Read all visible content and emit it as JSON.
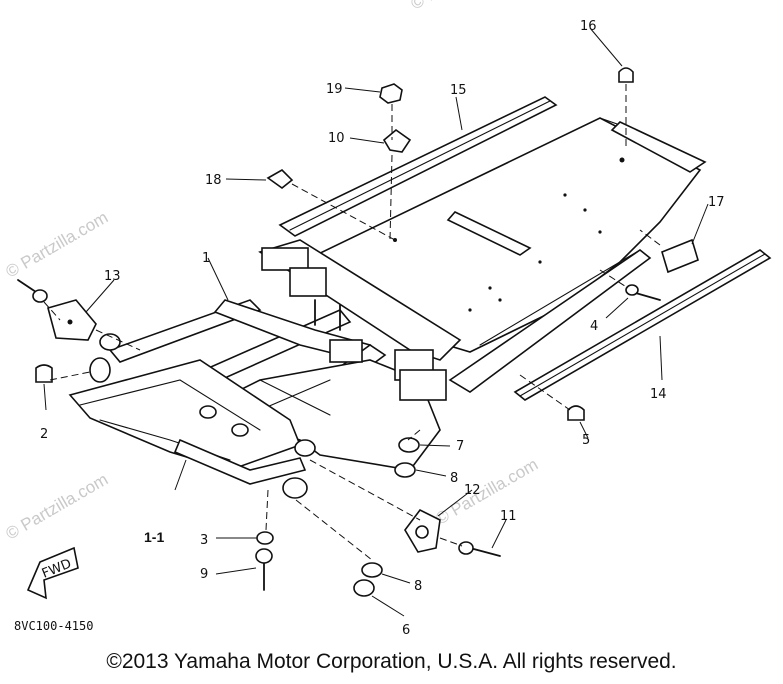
{
  "watermark": "© Partzilla.com",
  "diagram_code": "8VC100-4150",
  "fwd_label": "FWD",
  "copyright": "©2013  Yamaha Motor Corporation, U.S.A. All rights reserved.",
  "callouts": {
    "c1": "1",
    "c1_1": "1-1",
    "c2": "2",
    "c3": "3",
    "c4": "4",
    "c5": "5",
    "c6": "6",
    "c7": "7",
    "c8a": "8",
    "c8b": "8",
    "c9": "9",
    "c10": "10",
    "c11": "11",
    "c12": "12",
    "c13": "13",
    "c14": "14",
    "c15": "15",
    "c16": "16",
    "c17": "17",
    "c18": "18",
    "c19": "19"
  }
}
